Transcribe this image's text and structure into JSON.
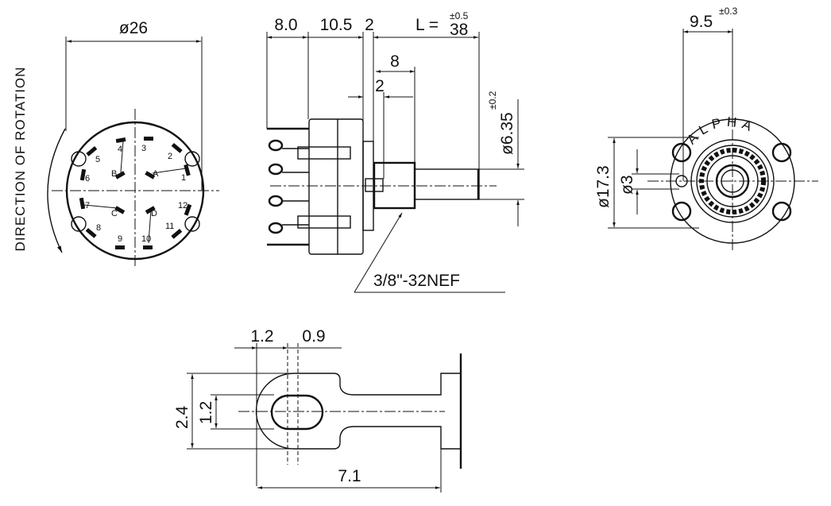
{
  "front_view": {
    "diameter_label": "ø26",
    "rotation_label": "DIRECTION OF ROTATION",
    "pin_labels": [
      "1",
      "2",
      "3",
      "4",
      "5",
      "6",
      "7",
      "8",
      "9",
      "10",
      "11",
      "12",
      "A",
      "B",
      "C",
      "D"
    ]
  },
  "side_view": {
    "dim_1": "8.0",
    "dim_2": "10.5",
    "dim_3": "2",
    "length_prefix": "L =",
    "length_value": "38",
    "length_tolerance": "±0.5",
    "bushing_length": "8",
    "flat_offset": "2",
    "shaft_diameter": "ø6.35",
    "shaft_tolerance": "±0.2",
    "thread_label": "3/8\"-32NEF"
  },
  "rear_view": {
    "offset_dim": "9.5",
    "offset_tolerance": "±0.3",
    "brand": "ALPHA",
    "bolt_circle": "ø17.3",
    "hole_diameter": "ø3"
  },
  "lug_detail": {
    "width_1": "1.2",
    "width_2": "0.9",
    "height_outer": "2.4",
    "height_inner": "1.2",
    "length": "7.1"
  }
}
